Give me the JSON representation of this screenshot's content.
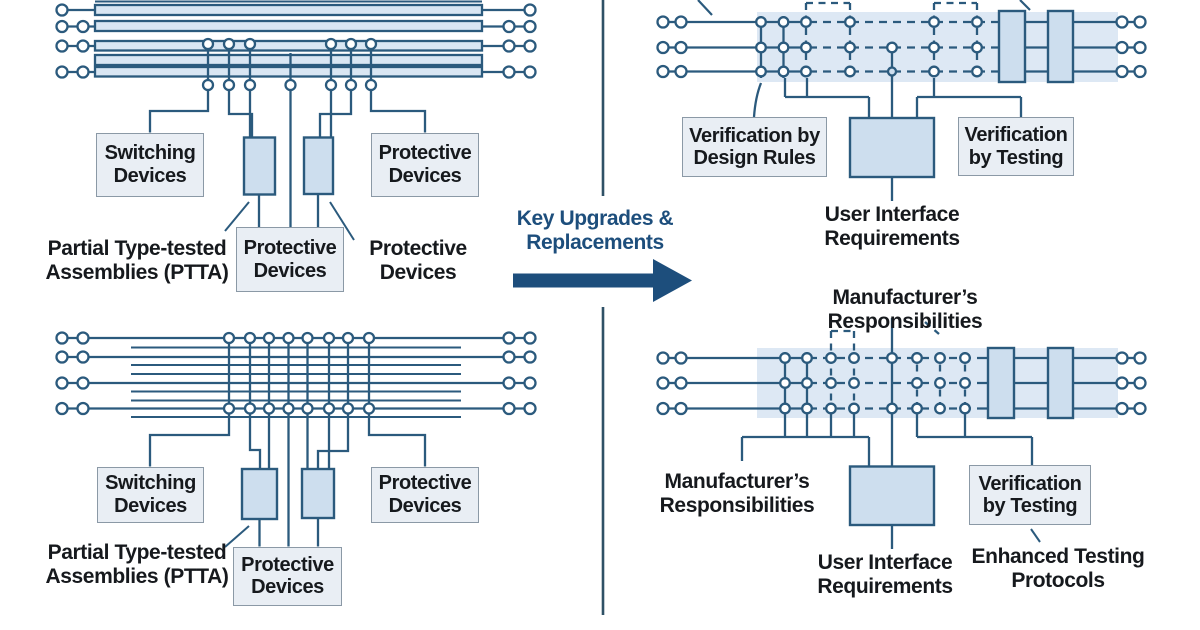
{
  "colors": {
    "line": "#2b5a7d",
    "navy_accent": "#1d4e7c",
    "busbar_fill": "#d9e6f3",
    "band_fill": "#dde8f4",
    "component_fill": "#cddeee",
    "label_box_fill": "#e9eef4",
    "label_box_border": "#8b99a6",
    "text": "#16191d",
    "divider": "#2f5166"
  },
  "center": {
    "title": "Key Upgrades &\nReplacements"
  },
  "left_top": {
    "switching": "Switching\nDevices",
    "protective_right": "Protective\nDevices",
    "protective_bottom": "Protective\nDevices",
    "protective_plain": "Protective\nDevices",
    "ptta": "Partial Type-tested\nAssemblies (PTTA)"
  },
  "left_bottom": {
    "switching": "Switching\nDevices",
    "protective_right": "Protective\nDevices",
    "protective_bottom": "Protective\nDevices",
    "ptta": "Partial Type-tested\nAssemblies (PTTA)"
  },
  "right_top": {
    "verification_design": "Verification by\nDesign Rules",
    "verification_testing": "Verification\nby Testing",
    "user_interface": "User Interface\nRequirements"
  },
  "right_bottom": {
    "section_title": "Manufacturer’s Responsibilities",
    "manufacturer": "Manufacturer’s\nResponsibilities",
    "verification_testing": "Verification\nby Testing",
    "user_interface": "User Interface\nRequirements",
    "enhanced": "Enhanced Testing\nProtocols"
  }
}
